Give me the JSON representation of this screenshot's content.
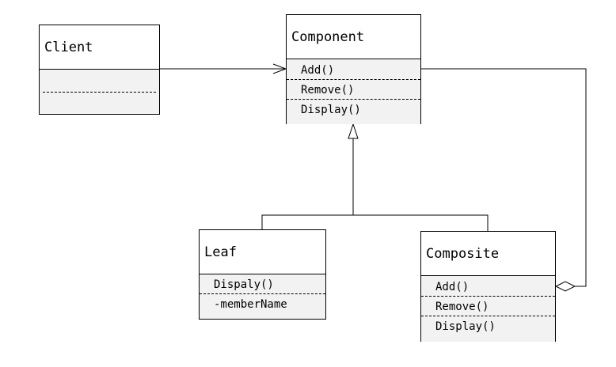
{
  "diagram": {
    "classes": {
      "client": {
        "name": "Client",
        "operations": []
      },
      "component": {
        "name": "Component",
        "operations": [
          "Add()",
          "Remove()",
          "Display()"
        ]
      },
      "leaf": {
        "name": "Leaf",
        "operations": [
          "Dispaly()",
          "-memberName"
        ]
      },
      "composite": {
        "name": "Composite",
        "operations": [
          "Add()",
          "Remove()",
          "Display()"
        ]
      }
    },
    "relations": [
      {
        "type": "association",
        "from": "Client",
        "to": "Component"
      },
      {
        "type": "generalization",
        "from": "Leaf",
        "to": "Component"
      },
      {
        "type": "generalization",
        "from": "Composite",
        "to": "Component"
      },
      {
        "type": "aggregation",
        "from": "Composite",
        "to": "Component"
      }
    ]
  }
}
